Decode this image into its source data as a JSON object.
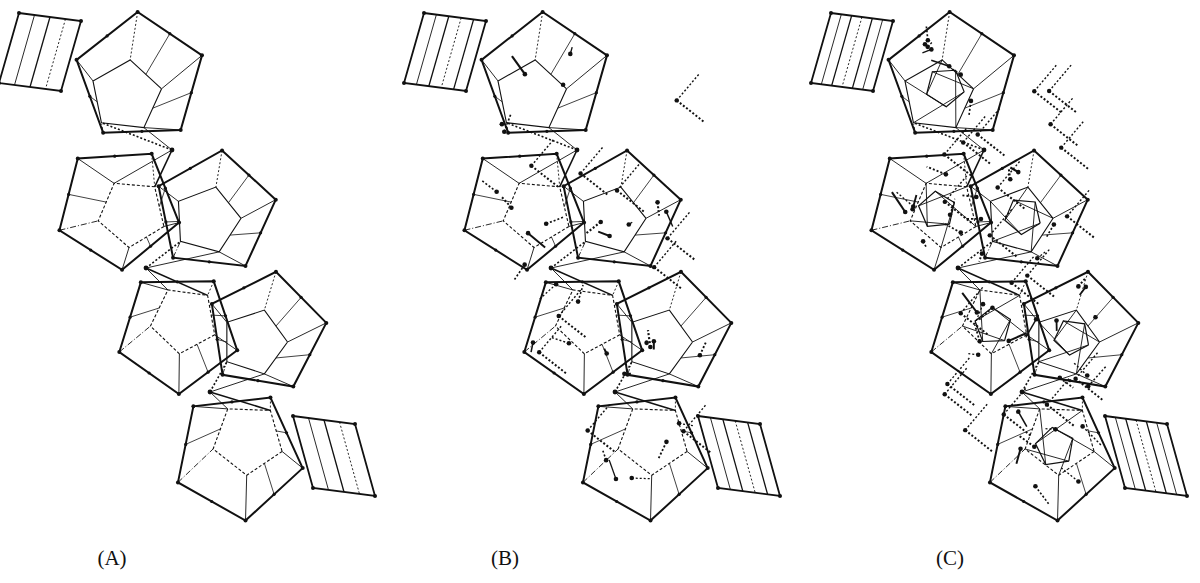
{
  "diagram": {
    "labels": [
      "(A)",
      "(B)",
      "(C)"
    ]
  }
}
